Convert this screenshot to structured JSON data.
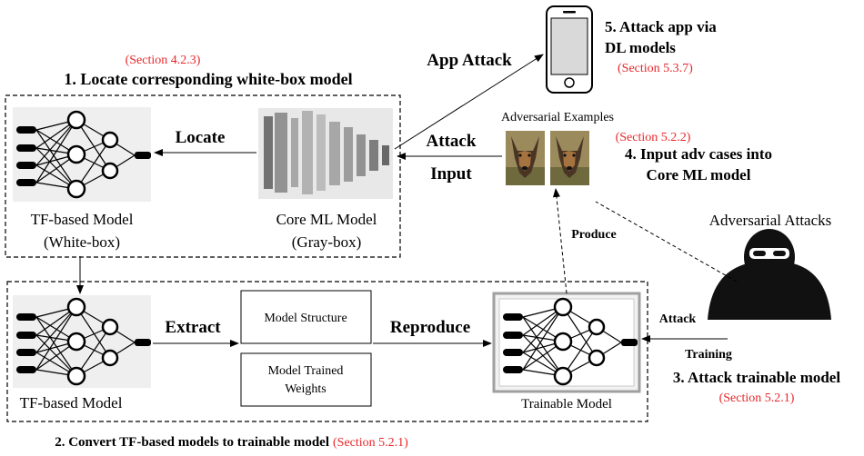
{
  "colors": {
    "accent_red": "#e8262a",
    "dashed_border": "#000000",
    "panel_gray": "#efefef",
    "phone_screen": "#d9d9d9"
  },
  "step1": {
    "title": "1. Locate corresponding white-box model",
    "section": "(Section 4.2.3)",
    "tf_model_label": "TF-based Model",
    "tf_model_sub": "(White-box)",
    "coreml_label": "Core ML Model",
    "coreml_sub": "(Gray-box)",
    "locate_label": "Locate"
  },
  "step2": {
    "title": "2. Convert TF-based models to trainable model",
    "section": "(Section 5.2.1)",
    "tf_model_label": "TF-based Model",
    "extract_label": "Extract",
    "model_structure": "Model Structure",
    "weights_line1": "Model Trained",
    "weights_line2": "Weights",
    "reproduce_label": "Reproduce",
    "trainable_label": "Trainable Model"
  },
  "step3": {
    "title": "3. Attack trainable model",
    "section": "(Section 5.2.1)",
    "attack_label": "Attack",
    "training_label": "Training",
    "attacker_label": "Adversarial Attacks",
    "produce_label": "Produce"
  },
  "step4": {
    "title_line1": "4. Input adv cases into",
    "title_line2": "Core ML model",
    "section": "(Section 5.2.2)",
    "examples_label": "Adversarial Examples",
    "attack_input_line1": "Attack",
    "attack_input_line2": "Input"
  },
  "step5": {
    "title_line1": "5. Attack app via",
    "title_line2": "DL models",
    "section": "(Section 5.3.7)",
    "app_attack_label": "App Attack"
  },
  "icons": {
    "network": "neural-network-icon",
    "phone": "smartphone-icon",
    "hacker": "hacker-icon",
    "dog": "dog-image-icon"
  }
}
